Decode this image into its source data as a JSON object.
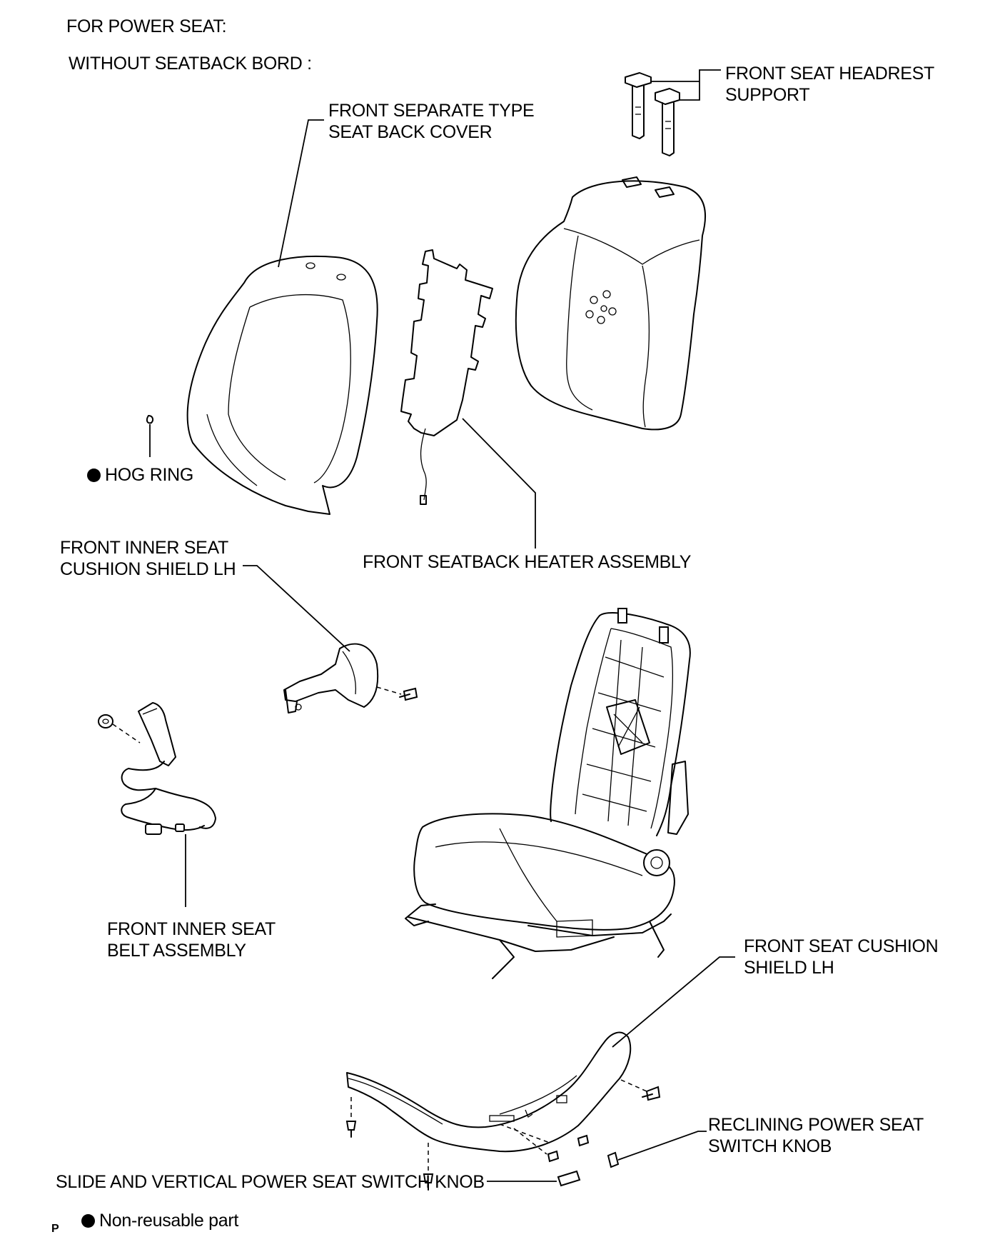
{
  "header": {
    "line1": "FOR POWER SEAT:",
    "line2": "WITHOUT SEATBACK BORD :"
  },
  "labels": {
    "headrest_support": [
      "FRONT SEAT HEADREST",
      "SUPPORT"
    ],
    "seat_back_cover": [
      "FRONT SEPARATE TYPE",
      "SEAT BACK COVER"
    ],
    "hog_ring": "HOG RING",
    "heater_assembly": "FRONT SEATBACK HEATER ASSEMBLY",
    "inner_cushion_shield": [
      "FRONT INNER SEAT",
      "CUSHION SHIELD LH"
    ],
    "inner_belt": [
      "FRONT INNER SEAT",
      "BELT ASSEMBLY"
    ],
    "cushion_shield": [
      "FRONT SEAT CUSHION",
      "SHIELD LH"
    ],
    "reclining_knob": [
      "RECLINING POWER SEAT",
      "SWITCH KNOB"
    ],
    "slide_knob": "SLIDE AND VERTICAL POWER SEAT SWITCH KNOB"
  },
  "legend": {
    "non_reusable": "Non-reusable part"
  },
  "footer_code": "P"
}
